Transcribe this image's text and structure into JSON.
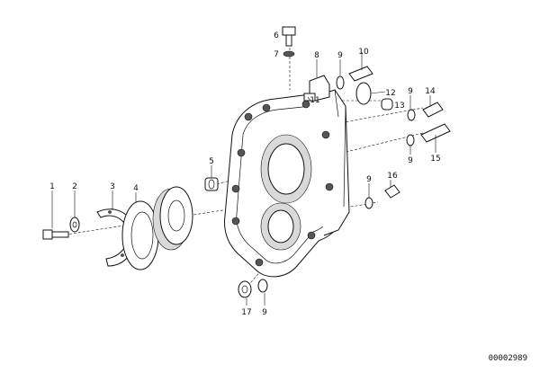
{
  "callouts": [
    {
      "id": "c1",
      "text": "1"
    },
    {
      "id": "c2",
      "text": "2"
    },
    {
      "id": "c3",
      "text": "3"
    },
    {
      "id": "c4",
      "text": "4"
    },
    {
      "id": "c5",
      "text": "5"
    },
    {
      "id": "c6",
      "text": "6"
    },
    {
      "id": "c7",
      "text": "7"
    },
    {
      "id": "c8",
      "text": "8"
    },
    {
      "id": "c9a",
      "text": "9"
    },
    {
      "id": "c10",
      "text": "10"
    },
    {
      "id": "c11",
      "text": "11"
    },
    {
      "id": "c12",
      "text": "12"
    },
    {
      "id": "c13",
      "text": "13"
    },
    {
      "id": "c9b",
      "text": "9"
    },
    {
      "id": "c14",
      "text": "14"
    },
    {
      "id": "c9c",
      "text": "9"
    },
    {
      "id": "c15",
      "text": "15"
    },
    {
      "id": "c9d",
      "text": "9"
    },
    {
      "id": "c16",
      "text": "16"
    },
    {
      "id": "c17",
      "text": "17"
    },
    {
      "id": "c9e",
      "text": "9"
    }
  ],
  "document_id": "00002989"
}
